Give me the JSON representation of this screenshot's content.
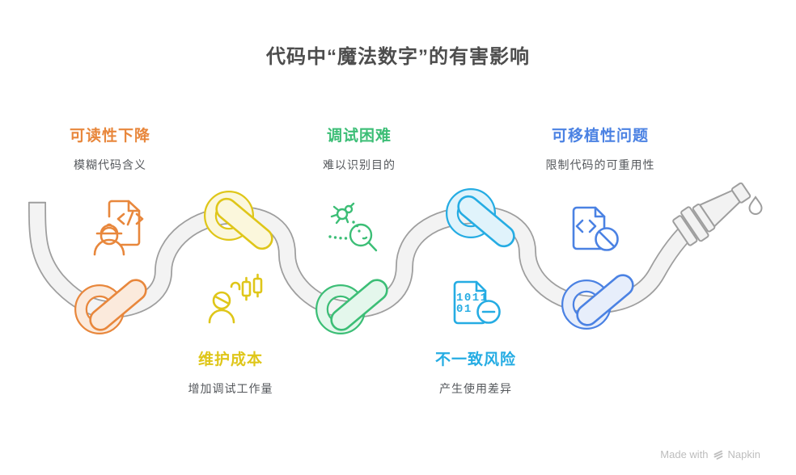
{
  "title": "代码中“魔法数字”的有害影响",
  "items": [
    {
      "label": "可读性下降",
      "desc": "模糊代码含义",
      "color": "#E8873C",
      "knot_fill": "#FBEADC",
      "icon": "engineer-code-document-icon"
    },
    {
      "label": "维护成本",
      "desc": "增加调试工作量",
      "color": "#DFC619",
      "knot_fill": "#FBF7DC",
      "icon": "person-candlestick-chart-icon"
    },
    {
      "label": "调试困难",
      "desc": "难以识别目的",
      "color": "#3CBE76",
      "knot_fill": "#E4F7EC",
      "icon": "bug-magnifier-icon"
    },
    {
      "label": "不一致风险",
      "desc": "产生使用差异",
      "color": "#25ACE3",
      "knot_fill": "#E0F3FB",
      "icon": "binary-document-minus-icon"
    },
    {
      "label": "可移植性问题",
      "desc": "限制代码的可重用性",
      "color": "#4B82E3",
      "knot_fill": "#E7EEFB",
      "icon": "code-document-blocked-icon"
    }
  ],
  "icon_texts": {
    "binary_row1": "1011",
    "binary_row2": "01"
  },
  "rope": {
    "stroke": "#9E9E9E",
    "fill": "#F3F3F3"
  },
  "colors": {
    "title": "#4D4D4D",
    "subtitle": "#55585C",
    "watermark": "#BDBDBD"
  },
  "watermark": {
    "prefix": "Made with",
    "brand": "Napkin"
  }
}
